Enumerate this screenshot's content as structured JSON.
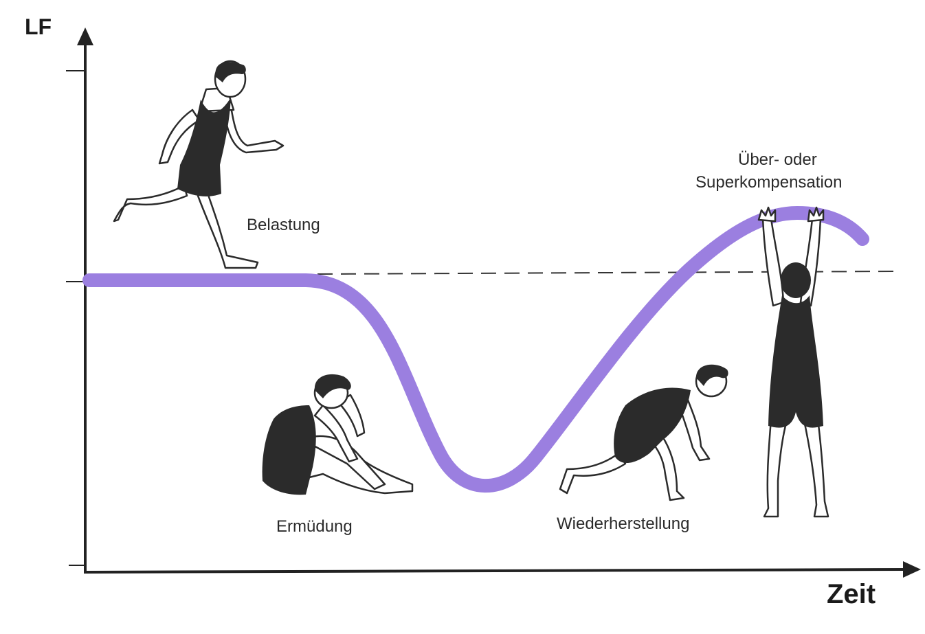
{
  "diagram": {
    "axis_y_label": "LF",
    "axis_x_label": "Zeit",
    "colors": {
      "curve": "#9b7fe0",
      "axis": "#222222",
      "baseline": "#333333",
      "figure": "#2b2b2b"
    },
    "labels": {
      "belastung": "Belastung",
      "ermuedung": "Ermüdung",
      "wiederherstellung": "Wiederherstellung",
      "superkompensation_line1": "Über- oder",
      "superkompensation_line2": "Superkompensation"
    }
  }
}
